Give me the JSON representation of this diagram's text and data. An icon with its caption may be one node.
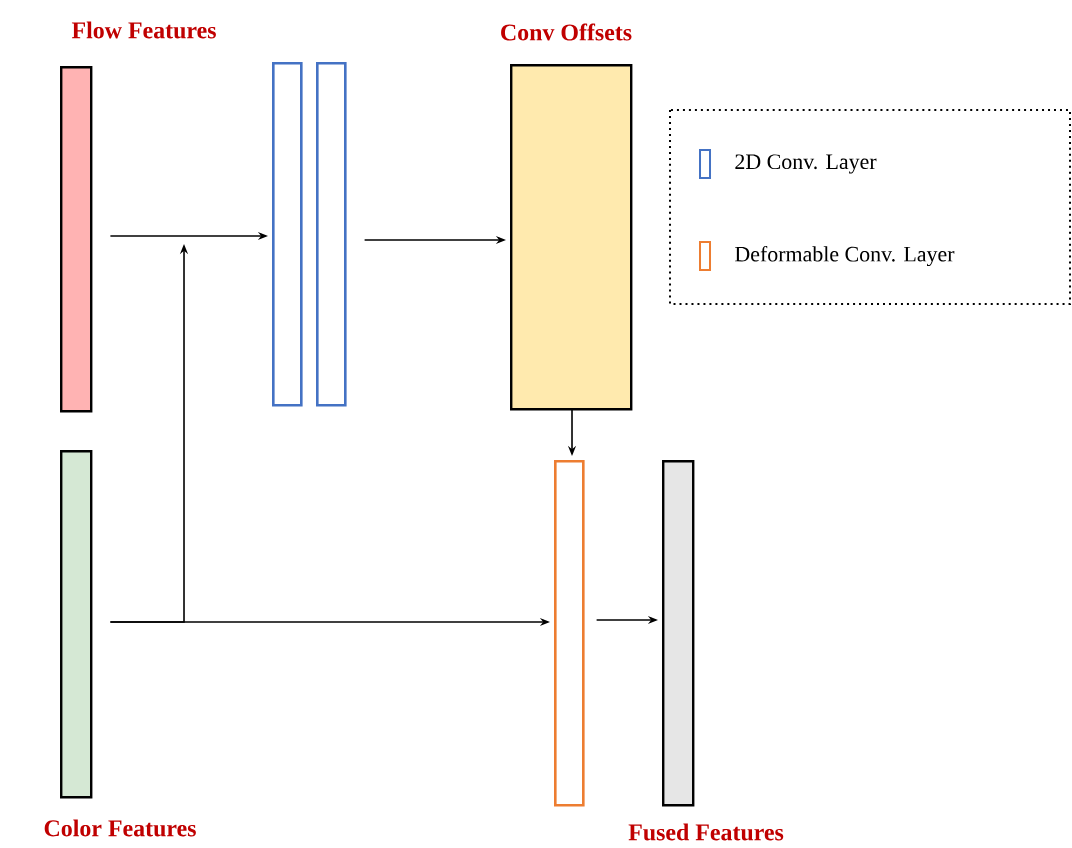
{
  "diagram": {
    "nodes": [
      {
        "text": [
          "Flow Features"
        ]
      },
      {
        "text": [],
        "shape": "bar"
      },
      {
        "text": [],
        "shape": "bar"
      },
      {
        "text": [
          "Conv Offsets"
        ]
      },
      {
        "text": [
          "Color Features"
        ]
      },
      {
        "text": [],
        "shape": "bar"
      },
      {
        "text": [
          "Fused Features"
        ]
      }
    ],
    "edges": [
      {
        "from": 0,
        "to": 1,
        "arrow": "to"
      },
      {
        "from": 4,
        "to": 1,
        "arrow": "to"
      },
      {
        "from": 2,
        "to": 3,
        "arrow": "to"
      },
      {
        "from": 3,
        "to": 5,
        "arrow": "to"
      },
      {
        "from": 4,
        "to": 5,
        "arrow": "to"
      },
      {
        "from": 5,
        "to": 6,
        "arrow": "to"
      }
    ],
    "legend": [
      {
        "text": "2D Conv. Layer"
      },
      {
        "text": "Deformable Conv. Layer"
      }
    ]
  }
}
